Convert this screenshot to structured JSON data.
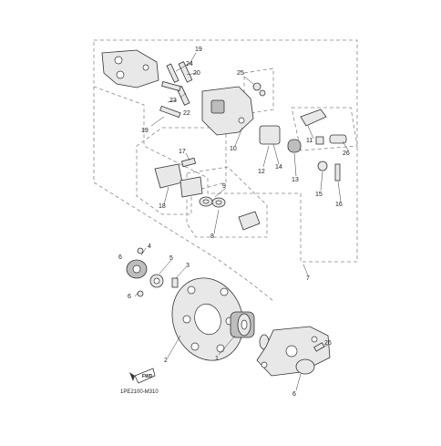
{
  "diagram": {
    "catalog_code": "1PE2100-M310",
    "fwd_label": "FWD",
    "callouts": [
      "1",
      "2",
      "3",
      "4",
      "5",
      "6",
      "6",
      "7",
      "8",
      "9",
      "10",
      "11",
      "12",
      "12",
      "13",
      "14",
      "15",
      "16",
      "17",
      "18",
      "19",
      "19",
      "20",
      "21",
      "22",
      "23",
      "24",
      "25",
      "26"
    ]
  }
}
